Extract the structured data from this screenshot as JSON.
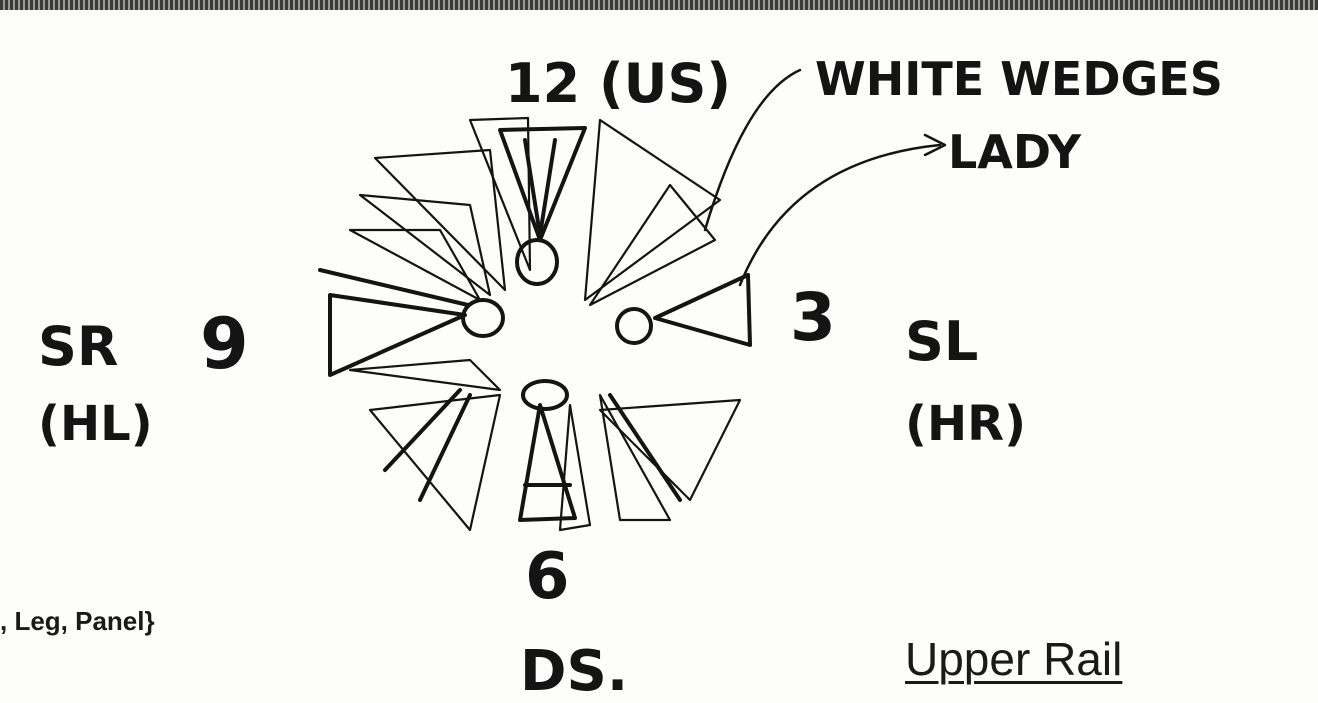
{
  "labels": {
    "upstage": "12 (US)",
    "callout": "WHITE WEDGES",
    "callout2": "LADY",
    "stage_right": "SR",
    "stage_right_sub": "(HL)",
    "nine": "9",
    "three": "3",
    "stage_left": "SL",
    "stage_left_sub": "(HR)",
    "six": "6",
    "downstage": "DS."
  },
  "captions": {
    "left": ", Leg, Panel}",
    "right": "Upper Rail"
  }
}
